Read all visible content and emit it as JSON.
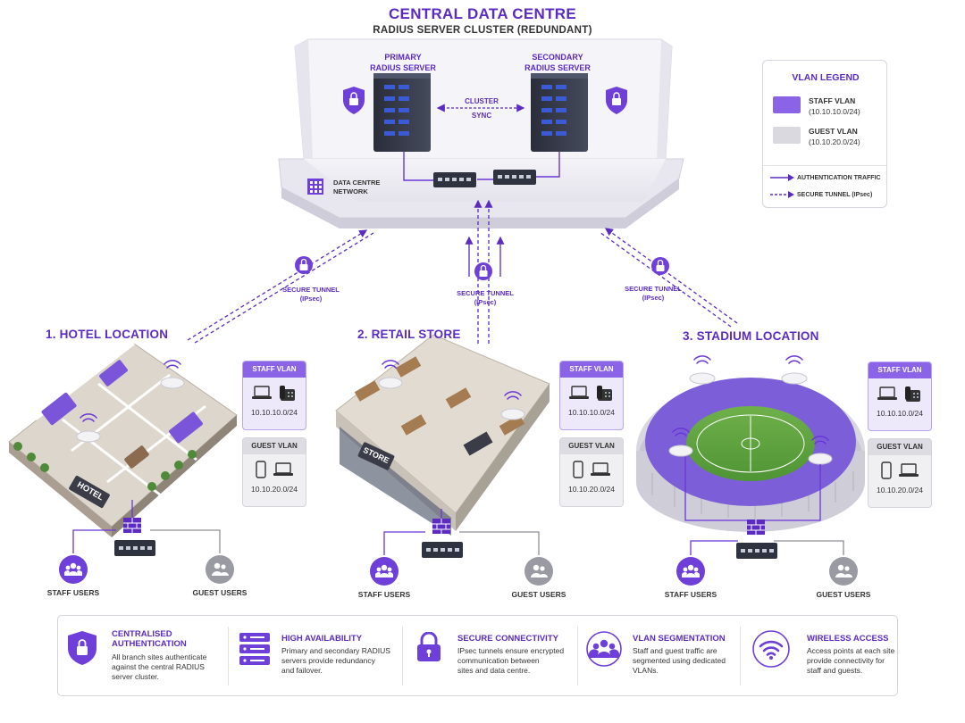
{
  "header": {
    "title": "CENTRAL DATA CENTRE",
    "subtitle": "RADIUS SERVER CLUSTER (REDUNDANT)"
  },
  "datacentre": {
    "primary_label": "PRIMARY\nRADIUS SERVER",
    "secondary_label": "SECONDARY\nRADIUS SERVER",
    "cluster_label": "CLUSTER",
    "sync_label": "SYNC",
    "network_label_line1": "DATA CENTRE",
    "network_label_line2": "NETWORK"
  },
  "legend": {
    "title": "VLAN LEGEND",
    "staff_name": "STAFF VLAN",
    "staff_subnet": "(10.10.10.0/24)",
    "guest_name": "GUEST VLAN",
    "guest_subnet": "(10.10.20.0/24)",
    "auth_traffic": "AUTHENTICATION TRAFFIC",
    "secure_tunnel": "SECURE TUNNEL (IPsec)"
  },
  "tunnels": {
    "label_line1": "SECURE TUNNEL",
    "label_line2": "(IPsec)"
  },
  "sites": [
    {
      "title": "1. HOTEL LOCATION",
      "sign": "HOTEL",
      "staff_vlan": "STAFF VLAN",
      "staff_subnet": "10.10.10.0/24",
      "guest_vlan": "GUEST VLAN",
      "guest_subnet": "10.10.20.0/24",
      "staff_users": "STAFF USERS",
      "guest_users": "GUEST USERS"
    },
    {
      "title": "2. RETAIL STORE",
      "sign": "STORE",
      "staff_vlan": "STAFF VLAN",
      "staff_subnet": "10.10.10.0/24",
      "guest_vlan": "GUEST VLAN",
      "guest_subnet": "10.10.20.0/24",
      "staff_users": "STAFF USERS",
      "guest_users": "GUEST USERS"
    },
    {
      "title": "3. STADIUM LOCATION",
      "staff_vlan": "STAFF VLAN",
      "staff_subnet": "10.10.10.0/24",
      "guest_vlan": "GUEST VLAN",
      "guest_subnet": "10.10.20.0/24",
      "staff_users": "STAFF USERS",
      "guest_users": "GUEST USERS"
    }
  ],
  "features": [
    {
      "title": "CENTRALISED\nAUTHENTICATION",
      "text": "All branch sites authenticate\nagainst the central RADIUS\nserver cluster.",
      "icon": "shield-lock-icon"
    },
    {
      "title": "HIGH AVAILABILITY",
      "text": "Primary and secondary RADIUS\nservers provide redundancy\nand failover.",
      "icon": "server-stack-icon"
    },
    {
      "title": "SECURE CONNECTIVITY",
      "text": "IPsec tunnels ensure encrypted\ncommunication between\nsites and data centre.",
      "icon": "padlock-icon"
    },
    {
      "title": "VLAN SEGMENTATION",
      "text": "Staff and guest traffic are\nsegmented using dedicated\nVLANs.",
      "icon": "users-group-icon"
    },
    {
      "title": "WIRELESS ACCESS",
      "text": "Access points at each site\nprovide connectivity for\nstaff and guests.",
      "icon": "wifi-icon"
    }
  ],
  "colors": {
    "accent": "#5b2bc2",
    "staff": "#8a63e6",
    "guest": "#d9d9df",
    "line": "#6a36d6"
  }
}
